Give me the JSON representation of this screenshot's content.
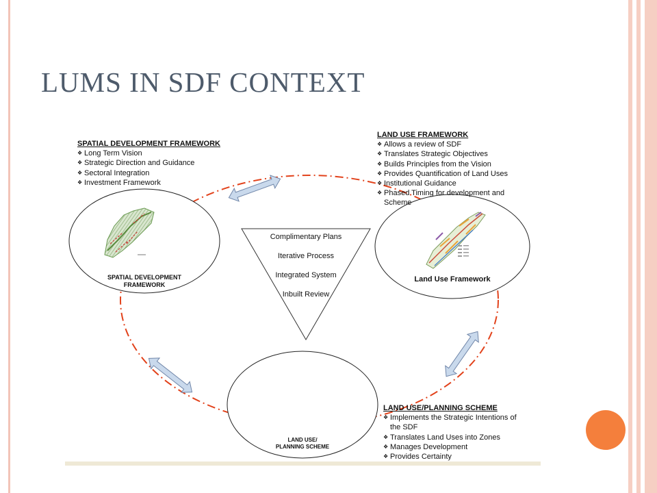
{
  "slide": {
    "title": "LUMS IN SDF CONTEXT",
    "colors": {
      "title": "#4e5b6b",
      "dashed_cycle": "#e2421b",
      "arrow_fill": "#c9d9ec",
      "accent_circle": "#f47f3c",
      "side_border": "#f6cfc3"
    }
  },
  "diagram": {
    "sdf_box": {
      "heading": "SPATIAL DEVELOPMENT FRAMEWORK",
      "items": [
        "Long Term Vision",
        "Strategic Direction and Guidance",
        "Sectoral Integration",
        "Investment Framework"
      ]
    },
    "luf_box": {
      "heading": "LAND USE FRAMEWORK",
      "items": [
        "Allows a review of SDF",
        "Translates Strategic Objectives",
        "Builds Principles from the Vision",
        "Provides Quantification of Land Uses",
        "Institutional Guidance",
        "Phased Timing for development and",
        "Scheme"
      ]
    },
    "scheme_box": {
      "heading": "LAND USE/PLANNING SCHEME",
      "items": [
        "Implements the Strategic Intentions of",
        "the SDF",
        "Translates Land Uses into Zones",
        "Manages Development",
        "Provides Certainty"
      ]
    },
    "ellipses": {
      "sdf_line1": "SPATIAL DEVELOPMENT",
      "sdf_line2": "FRAMEWORK",
      "luf": "Land Use Framework",
      "scheme_line1": "LAND USE/",
      "scheme_line2": "PLANNING SCHEME"
    },
    "triangle": [
      "Complimentary Plans",
      "Iterative Process",
      "Integrated System",
      "Inbuilt Review"
    ]
  }
}
